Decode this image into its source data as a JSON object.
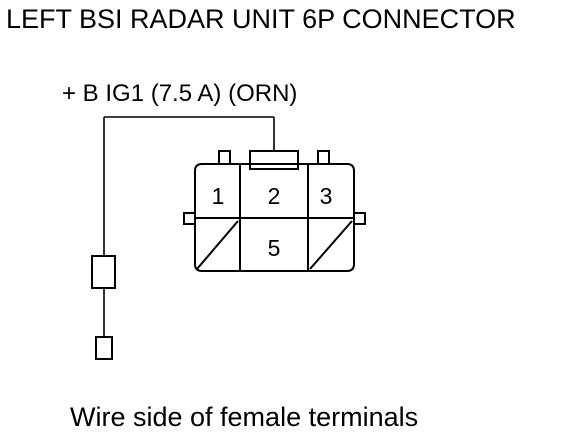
{
  "title": "LEFT BSI RADAR UNIT 6P CONNECTOR",
  "wire_label": "+ B IG1 (7.5 A) (ORN)",
  "connector": {
    "pins": {
      "p1": "1",
      "p2": "2",
      "p3": "3",
      "p5": "5"
    }
  },
  "caption": "Wire side of female terminals"
}
